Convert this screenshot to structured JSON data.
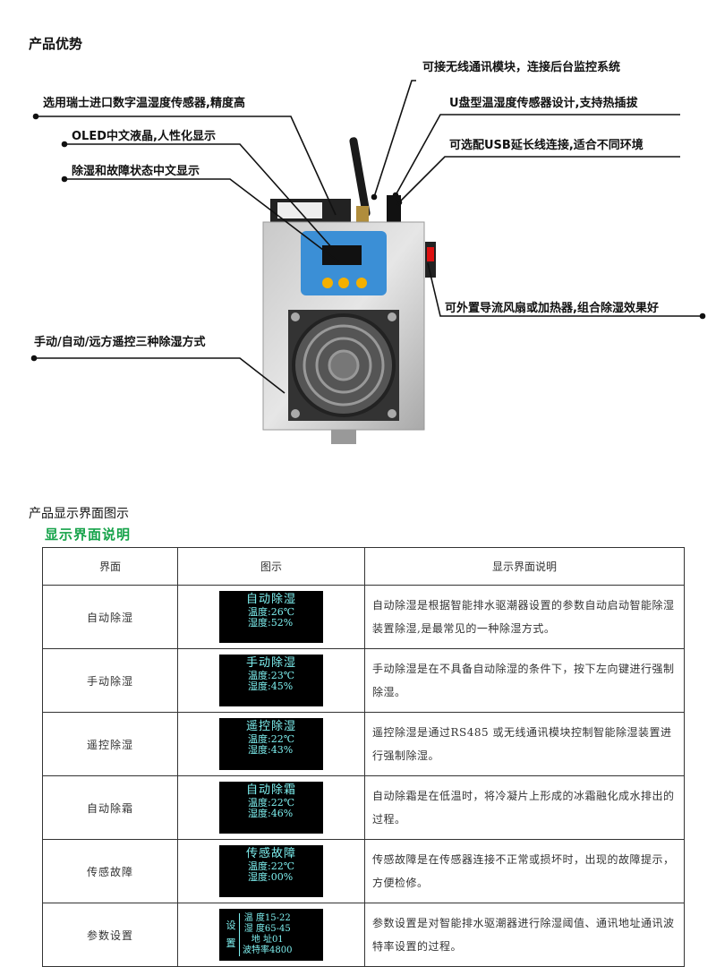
{
  "advantages": {
    "title": "产品优势",
    "callouts": [
      "可接无线通讯模块，连接后台监控系统",
      "选用瑞士进口数字温湿度传感器,精度高",
      "U盘型温湿度传感器设计,支持热插拔",
      "OLED中文液晶,人性化显示",
      "可选配USB延长线连接,适合不同环境",
      "除湿和故障状态中文显示",
      "可外置导流风扇或加热器,组合除湿效果好",
      "手动/自动/远方遥控三种除湿方式"
    ]
  },
  "display": {
    "section_title": "产品显示界面图示",
    "subtitle": "显示界面说明",
    "headers": [
      "界面",
      "图示",
      "显示界面说明"
    ],
    "rows": [
      {
        "name": "自动除湿",
        "screen_title": "自动除湿",
        "temp": "温度:26℃",
        "hum": "湿度:52%",
        "desc": "自动除湿是根据智能排水驱潮器设置的参数自动启动智能除湿装置除湿,是最常见的一种除湿方式。"
      },
      {
        "name": "手动除湿",
        "screen_title": "手动除湿",
        "temp": "温度:23℃",
        "hum": "湿度:45%",
        "desc": "手动除湿是在不具备自动除湿的条件下，按下左向键进行强制除湿。"
      },
      {
        "name": "遥控除湿",
        "screen_title": "遥控除湿",
        "temp": "温度:22℃",
        "hum": "湿度:43%",
        "desc": "遥控除湿是通过RS485 或无线通讯模块控制智能除湿装置进行强制除湿。"
      },
      {
        "name": "自动除霜",
        "screen_title": "自动除霜",
        "temp": "温度:22℃",
        "hum": "湿度:46%",
        "desc": "自动除霜是在低温时，将冷凝片上形成的冰霜融化成水排出的过程。"
      },
      {
        "name": "传感故障",
        "screen_title": "传感故障",
        "temp": "温度:22℃",
        "hum": "湿度:00%",
        "desc": "传感故障是在传感器连接不正常或损坏时，出现的故障提示，方便检修。"
      }
    ],
    "settings_row": {
      "name": "参数设置",
      "side": [
        "设",
        "置"
      ],
      "lines": [
        "温  度15-22",
        "湿  度65-45",
        "地  址01",
        "波特率4800"
      ],
      "desc": "参数设置是对智能排水驱潮器进行除湿阈值、通讯地址通讯波特率设置的过程。"
    }
  }
}
